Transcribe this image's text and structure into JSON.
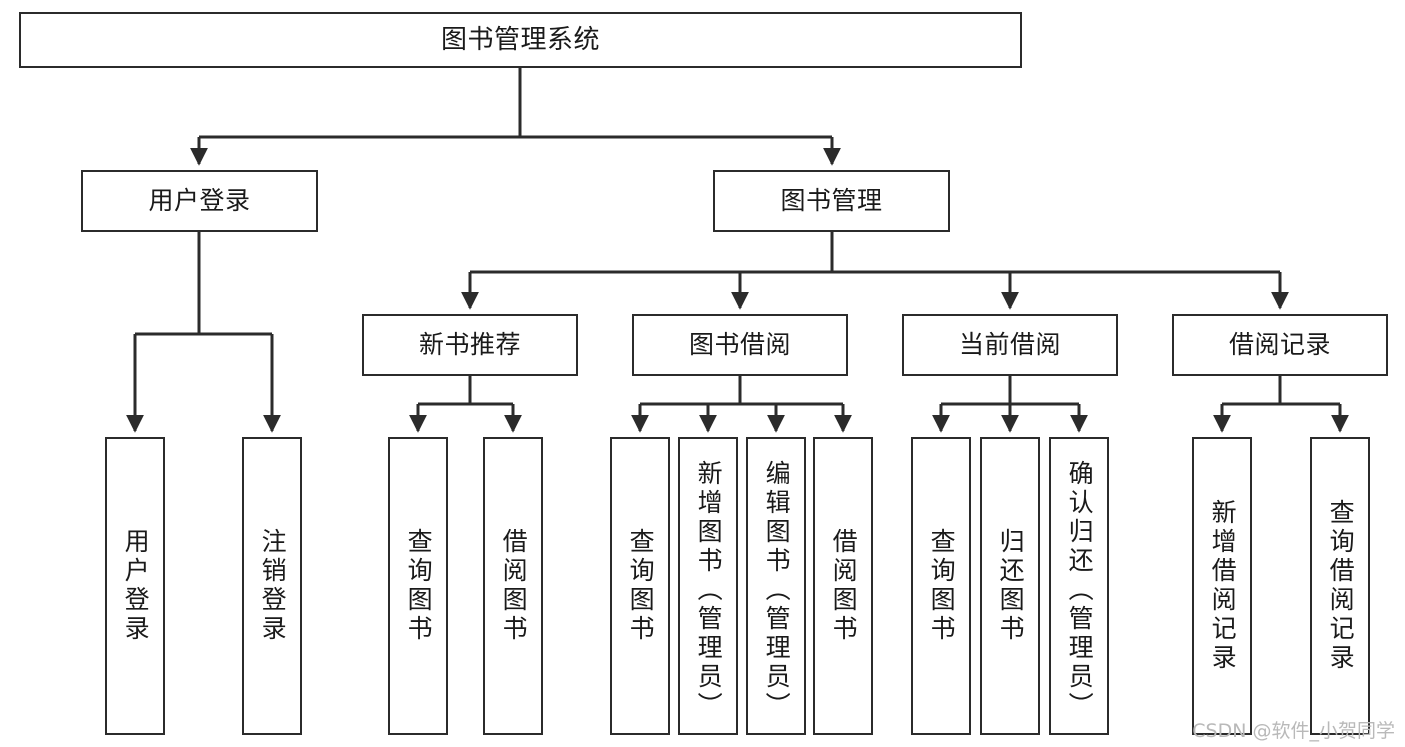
{
  "diagram": {
    "title": "图书管理系统",
    "type": "tree",
    "colors": {
      "box_border": "#2b2b2b",
      "box_fill": "#ffffff",
      "edge": "#2b2b2b",
      "text": "#1a1a1a",
      "watermark": "#b9b9b9",
      "background": "#ffffff"
    },
    "nodes": {
      "root": {
        "label": "图书管理系统"
      },
      "level2": [
        {
          "id": "user-login",
          "label": "用户登录"
        },
        {
          "id": "book-manage",
          "label": "图书管理"
        }
      ],
      "level3": [
        {
          "id": "new-book-rec",
          "label": "新书推荐"
        },
        {
          "id": "book-borrow",
          "label": "图书借阅"
        },
        {
          "id": "current-borrow",
          "label": "当前借阅"
        },
        {
          "id": "borrow-record",
          "label": "借阅记录"
        }
      ],
      "leaves": {
        "user_login": [
          {
            "id": "leaf-user-login",
            "label": "用户登录"
          },
          {
            "id": "leaf-logout-login",
            "label": "注销登录"
          }
        ],
        "new_book_rec": [
          {
            "id": "leaf-query-book-1",
            "label": "查询图书"
          },
          {
            "id": "leaf-borrow-book-1",
            "label": "借阅图书"
          }
        ],
        "book_borrow": [
          {
            "id": "leaf-query-book-2",
            "label": "查询图书"
          },
          {
            "id": "leaf-add-book",
            "label": "新增图书（管理员）"
          },
          {
            "id": "leaf-edit-book",
            "label": "编辑图书（管理员）"
          },
          {
            "id": "leaf-borrow-book-2",
            "label": "借阅图书"
          }
        ],
        "current_borrow": [
          {
            "id": "leaf-query-book-3",
            "label": "查询图书"
          },
          {
            "id": "leaf-return-book",
            "label": "归还图书"
          },
          {
            "id": "leaf-confirm-return",
            "label": "确认归还（管理员）"
          }
        ],
        "borrow_record": [
          {
            "id": "leaf-add-record",
            "label": "新增借阅记录"
          },
          {
            "id": "leaf-query-record",
            "label": "查询借阅记录"
          }
        ]
      }
    }
  },
  "watermark": {
    "text": "CSDN @软件_小贺同学"
  }
}
